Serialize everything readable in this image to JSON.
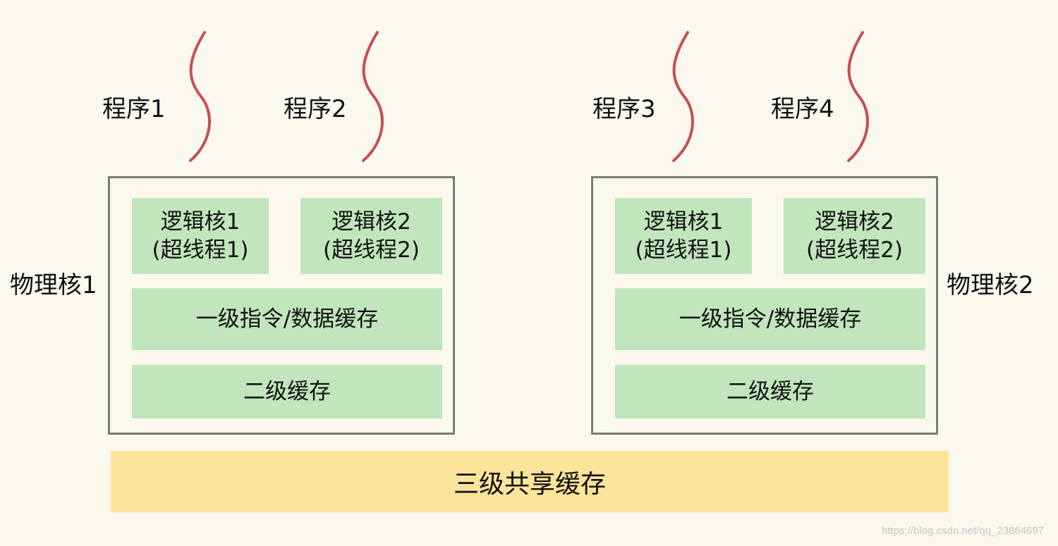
{
  "programs": [
    {
      "label": "程序1"
    },
    {
      "label": "程序2"
    },
    {
      "label": "程序3"
    },
    {
      "label": "程序4"
    }
  ],
  "cores": [
    {
      "label": "物理核1",
      "logical": [
        {
          "line1": "逻辑核1",
          "line2": "(超线程1)"
        },
        {
          "line1": "逻辑核2",
          "line2": "(超线程2)"
        }
      ],
      "l1": "一级指令/数据缓存",
      "l2": "二级缓存"
    },
    {
      "label": "物理核2",
      "logical": [
        {
          "line1": "逻辑核1",
          "line2": "(超线程1)"
        },
        {
          "line1": "逻辑核2",
          "line2": "(超线程2)"
        }
      ],
      "l1": "一级指令/数据缓存",
      "l2": "二级缓存"
    }
  ],
  "l3": "三级共享缓存",
  "watermark": "https://blog.csdn.net/qq_23864697",
  "colors": {
    "background": "#fbf8ee",
    "thread_line": "#c64f4f",
    "core_border": "#7a7a7a",
    "cache_green": "#c1e6bc",
    "l3_yellow": "#fde49b"
  }
}
